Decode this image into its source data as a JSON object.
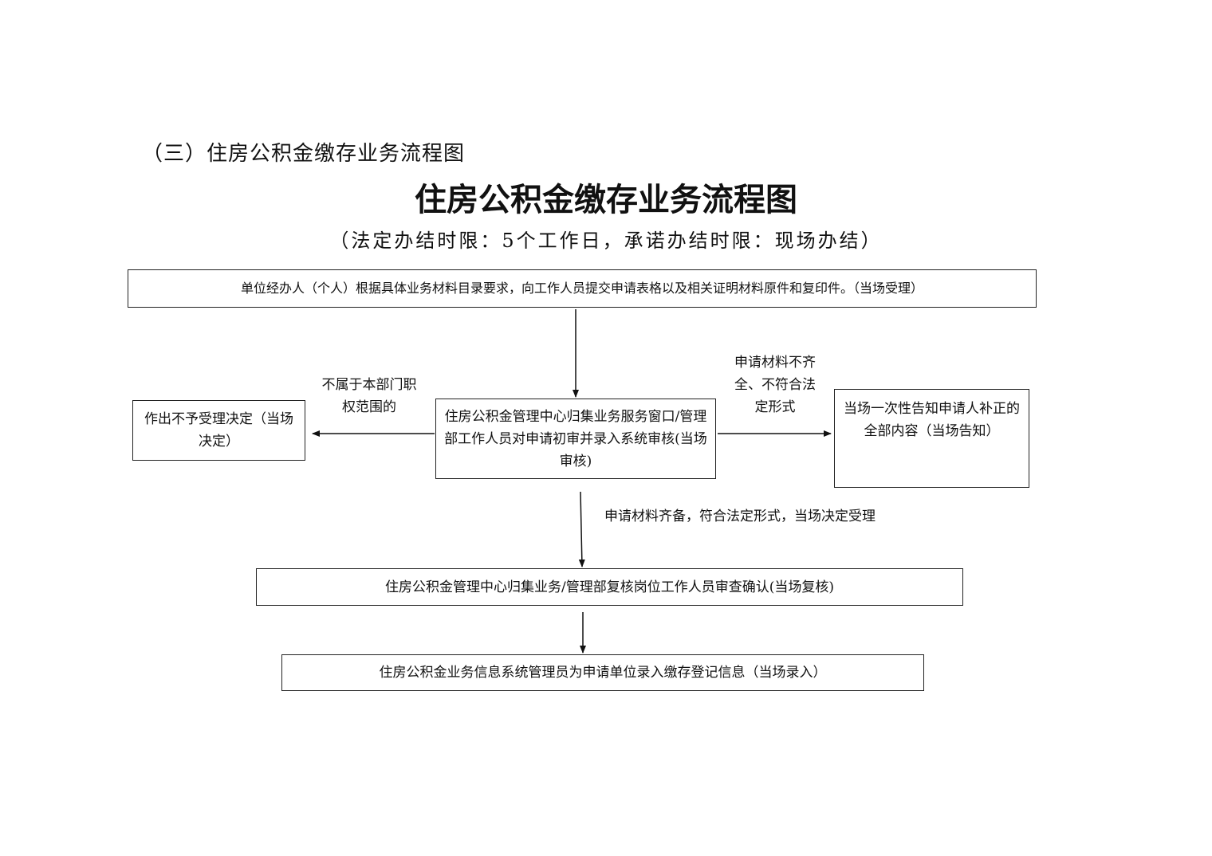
{
  "section_heading": "（三）住房公积金缴存业务流程图",
  "title": "住房公积金缴存业务流程图",
  "subtitle": "（法定办结时限：5个工作日，承诺办结时限：现场办结）",
  "nodes": {
    "submit": "单位经办人（个人）根据具体业务材料目录要求，向工作人员提交申请表格以及相关证明材料原件和复印件。（当场受理）",
    "initial_review": "住房公积金管理中心归集业务服务窗口/管理部工作人员对申请初审并录入系统审核(当场审核)",
    "reject": "作出不予受理决定（当场决定）",
    "notify": "当场一次性告知申请人补正的全部内容（当场告知）",
    "recheck": "住房公积金管理中心归集业务/管理部复核岗位工作人员审查确认(当场复核)",
    "register": "住房公积金业务信息系统管理员为申请单位录入缴存登记信息（当场录入）"
  },
  "edge_labels": {
    "out_of_scope": "不属于本部门职权范围的",
    "incomplete": "申请材料不齐全、不符合法定形式",
    "accepted": "申请材料齐备，符合法定形式，当场决定受理"
  }
}
